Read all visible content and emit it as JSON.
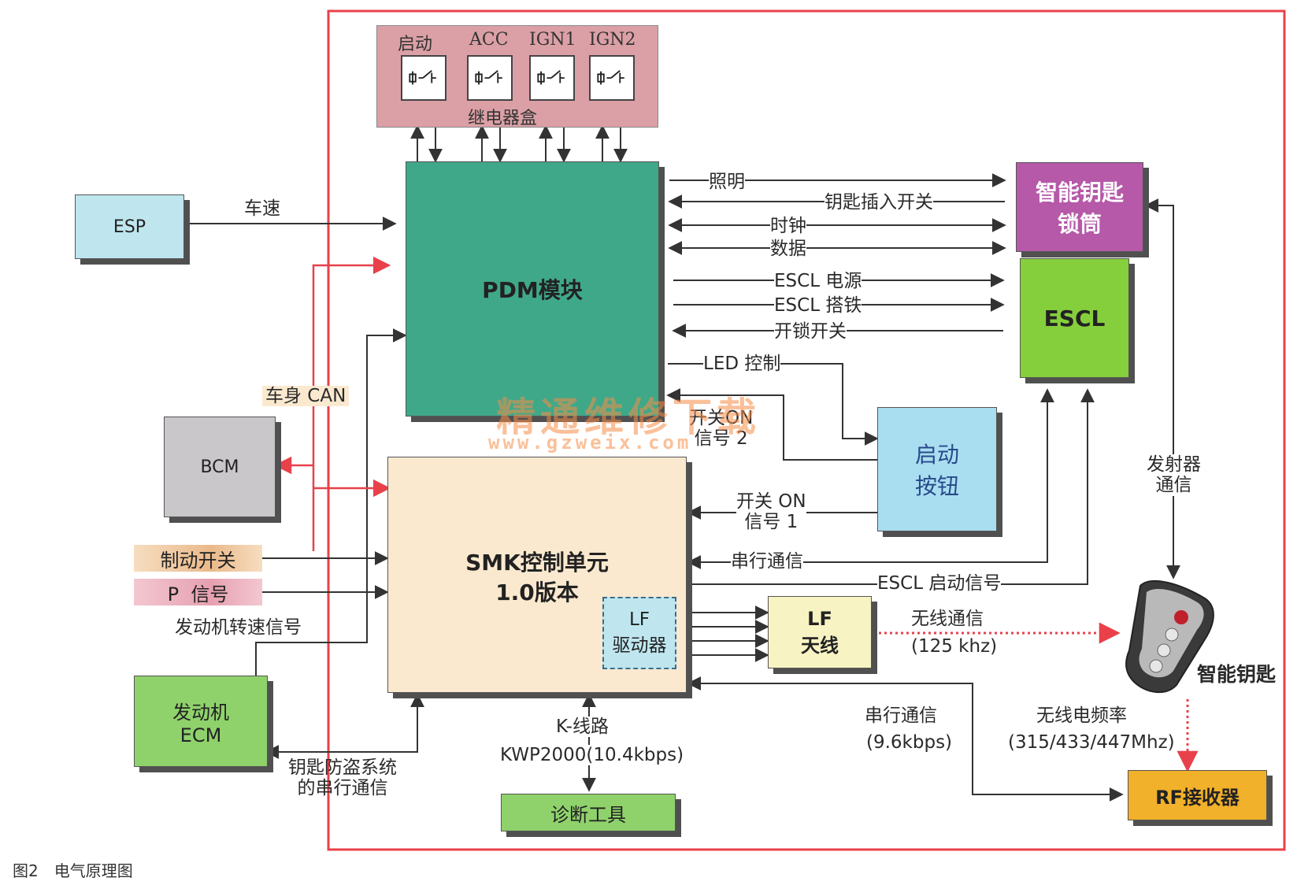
{
  "caption": "图2　电气原理图",
  "watermark": {
    "text": "精通维修下载",
    "url": "www.gzweix.com"
  },
  "relay_box": {
    "title": "继电器盒",
    "relays": [
      "启动",
      "ACC",
      "IGN1",
      "IGN2"
    ]
  },
  "boxes": {
    "esp": "ESP",
    "pdm": "PDM模块",
    "bcm": "BCM",
    "smk": "SMK控制单元\n1.0版本",
    "lf_driver": "LF\n驱动器",
    "lf_antenna": "LF\n天线",
    "ecm": "发动机\nECM",
    "diag": "诊断工具",
    "smart_key_lock": "智能钥匙\n锁筒",
    "escl": "ESCL",
    "start_button": "启动\n按钮",
    "rf_receiver": "RF接收器",
    "brake_switch": "制动开关",
    "p_signal": "P  信号"
  },
  "labels": {
    "speed": "车速",
    "lighting": "照明",
    "key_insert": "钥匙插入开关",
    "clock": "时钟",
    "data": "数据",
    "escl_power": "ESCL 电源",
    "escl_ground": "ESCL 搭铁",
    "unlock_switch": "开锁开关",
    "led_control": "LED 控制",
    "body_can": "车身 CAN",
    "switch_on_2": "开关ON\n信号 2",
    "switch_on_1": "开关 ON\n信号 1",
    "serial_comm": "串行通信",
    "escl_start": "ESCL 启动信号",
    "engine_speed": "发动机转速信号",
    "wireless": "无线通信",
    "wireless_freq": "(125 khz)",
    "serial_comm2": "串行通信",
    "serial_rate": "(9.6kbps)",
    "radio_freq": "无线电频率",
    "radio_bands": "(315/433/447Mhz)",
    "k_line": "K-线路",
    "kwp": "KWP2000(10.4kbps)",
    "immobilizer": "钥匙防盗系统\n的串行通信",
    "transmitter": "发射器\n通信",
    "smart_key": "智能钥匙"
  },
  "colors": {
    "frame": "#e8414a",
    "relay_box": "#dba0a6",
    "esp": "#bfe6ef",
    "pdm": "#3fa889",
    "bcm": "#c9c7c9",
    "smk": "#fbe9cf",
    "lf_driver": "#bfe6ef",
    "lf_antenna": "#f8f3c3",
    "ecm": "#8fd26c",
    "diag": "#8fd26c",
    "smart_key_lock": "#b559a8",
    "escl": "#86cf3c",
    "start_button": "#a9def0",
    "rf_receiver": "#f2b12a",
    "brake_switch": "#eab98a",
    "p_signal": "#e6a0b0",
    "can_line": "#e8414a"
  }
}
